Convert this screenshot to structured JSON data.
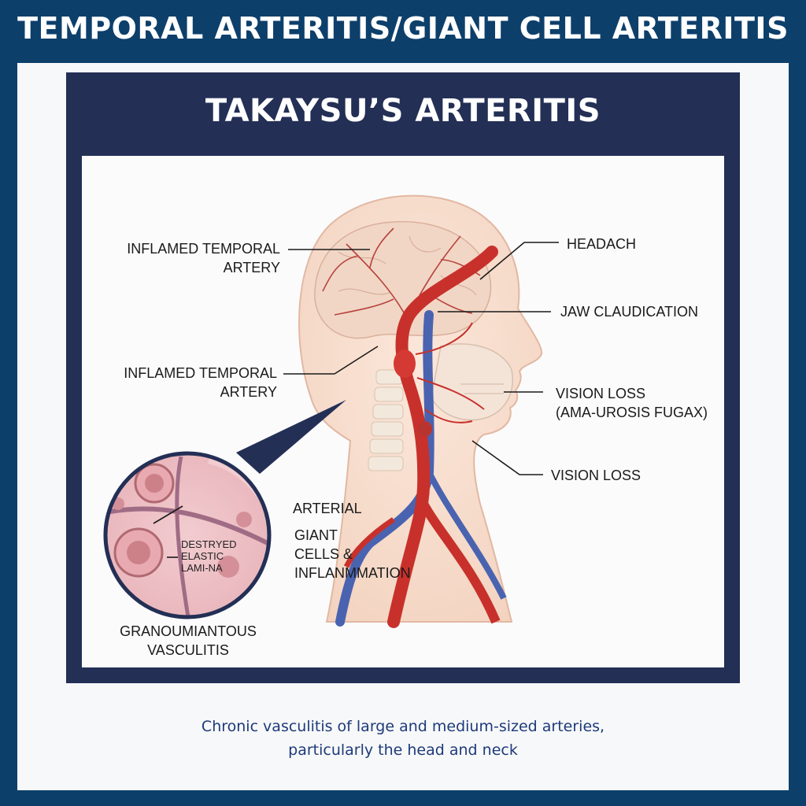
{
  "header": {
    "title": "TEMPORAL ARTERITIS/GIANT CELL ARTERITIS"
  },
  "panel": {
    "title": "TAKAYSU’S ARTERITIS"
  },
  "labels": {
    "inflamed_temporal_artery_1": "INFLAMED TEMPORAL\nARTERY",
    "inflamed_temporal_artery_2": "INFLAMED TEMPORAL\nARTERY",
    "headach": "HEADACH",
    "jaw_claudication": "JAW CLAUDICATION",
    "vision_loss_amaurosis": "VISION LOSS\n(AMA-UROSIS FUGAX)",
    "vision_loss": "VISION LOSS",
    "arterial": "ARTERIAL",
    "giant_cells": "GIANT\nCELLS &\nINFLANMMATION",
    "destroyed_lamina": "DESTRYED\nELASTIC\nLAMI-NA",
    "granulomatous": "GRANOUMIANTOUS\nVASCULITIS"
  },
  "caption": "Chronic vasculitis of large and medium-sized arteries,\nparticularly the head and neck",
  "colors": {
    "background": "#0d3f6b",
    "frame": "#232f55",
    "artery": "#c8312b",
    "vein": "#4a63b0",
    "caption": "#1d3a7a"
  }
}
